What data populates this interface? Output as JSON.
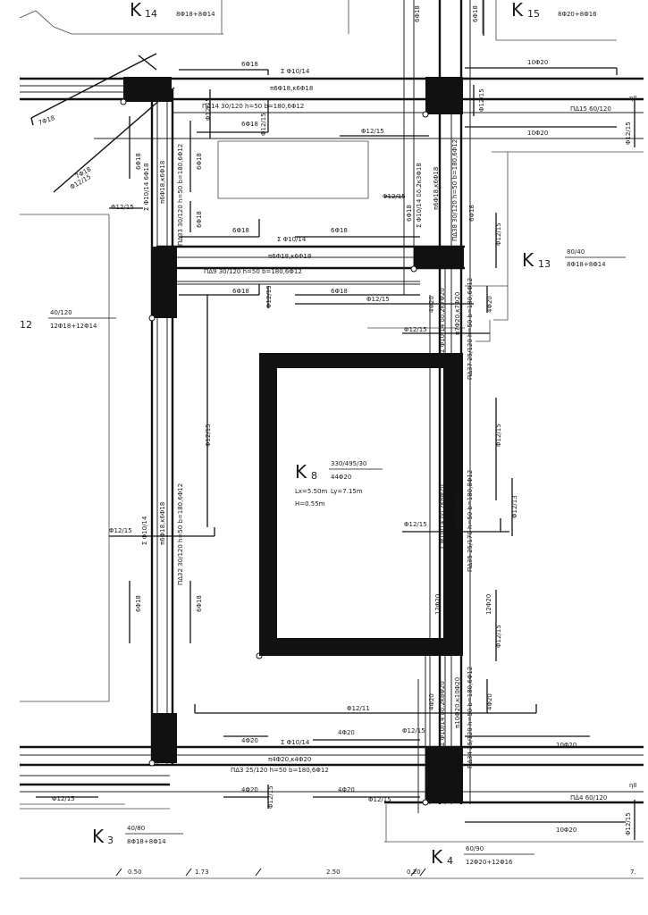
{
  "columns": {
    "k14": {
      "letter": "K",
      "num": "14",
      "size": "",
      "rebar": "8Φ18+8Φ14"
    },
    "k15": {
      "letter": "K",
      "num": "15",
      "size": "",
      "rebar": "8Φ20+8Φ16"
    },
    "k13": {
      "letter": "K",
      "num": "13",
      "size": "80/40",
      "rebar": "8Φ18+8Φ14"
    },
    "k12": {
      "letter": "",
      "num": "12",
      "size": "40/120",
      "rebar": "12Φ18+12Φ14"
    },
    "k8": {
      "letter": "K",
      "num": "8",
      "size": "330/495/30",
      "rebar": "44Φ20",
      "lx": "Lx=5.50m",
      "ly": "Ly=7.15m",
      "h": "H=0.55m"
    },
    "k3": {
      "letter": "K",
      "num": "3",
      "size": "40/80",
      "rebar": "8Φ18+8Φ14"
    },
    "k4": {
      "letter": "K",
      "num": "4",
      "size": "60/90",
      "rebar": "12Φ20+12Φ16"
    }
  },
  "beams": {
    "pd14": "ΠΔ14 30/120 h=50 b=180,6Φ12",
    "pd15": "ΠΔ15 60/120",
    "pd9": "ΠΔ9 30/120 h=50 b=180,6Φ12",
    "pd3": "ΠΔ3 25/120 h=50 b=180,6Φ12",
    "pd4": "ΠΔ4 60/120",
    "pd33": "ΠΔ33 30/120 h=50 b=180,6Φ12",
    "pd38": "ΠΔ38 30/120 h=50 b=180,6Φ12",
    "pd37": "ΠΔ37 25/120 h=50 b=180,6Φ12",
    "pd32": "ΠΔ32 30/120 h=50 b=180,6Φ12",
    "pd35": "ΠΔ35 25/170 h=50 b=180,8Φ12",
    "pd34": "ΠΔ34 25/120 h=50 b=180,6Φ12"
  },
  "rebar_labels": {
    "r6f18": "6Φ18",
    "r10f20": "10Φ20",
    "r4f20": "4Φ20",
    "r7f18": "7Φ18",
    "r7f18b": "7Φ18",
    "r12f20": "12Φ20",
    "sig_f10_14": "Σ Φ10/14",
    "pi6f18": "π6Φ18,κ6Φ18",
    "pi4f20": "π4Φ20,κ4Φ20",
    "f12_15": "Φ12/15",
    "f12_11": "Φ12/11",
    "f12_13": "Φ12/13",
    "sig_f10_14_v": "Σ Φ10/14 6Φ18",
    "sig_v2": "Σ Φ10/14 δδ.2κ3Φ18",
    "sig_v3": "Σ Φ10/14 δδ.2κ7Φ20",
    "sig_v4": "Σ Φ10/14 δδ.2κ8Φ20",
    "sig_v5": "Σ Φ10/14 δδ.2κ8Φ20",
    "pi_v1": "π6Φ18,κ6Φ18",
    "pi_v2": "π7Φ20,κ7Φ20",
    "pi_v3": "π8Φ20,κ8Φ20",
    "pi_v4": "π10Φ20,κ10Φ20",
    "eta": "ηΙΙ",
    "f12_15_r": "Φ12/15"
  },
  "dimensions": [
    "0.50",
    "1.73",
    "2.50",
    "0.20",
    "7."
  ]
}
